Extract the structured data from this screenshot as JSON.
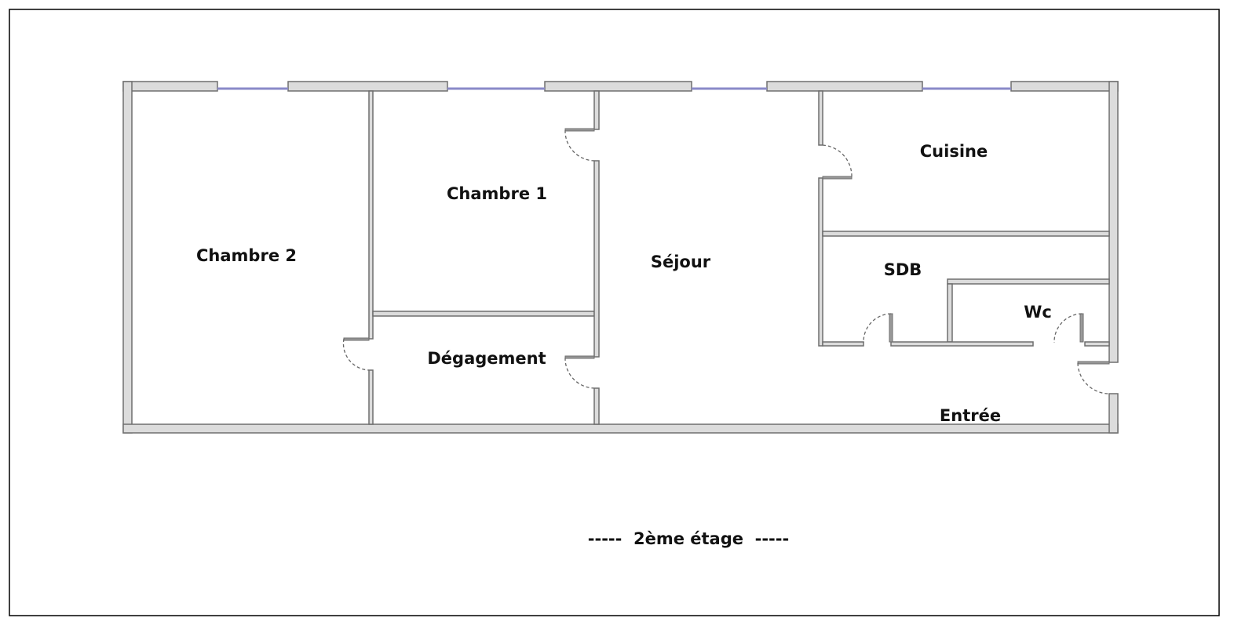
{
  "plan": {
    "rooms": {
      "chambre2": "Chambre 2",
      "chambre1": "Chambre 1",
      "degagement": "Dégagement",
      "sejour": "Séjour",
      "cuisine": "Cuisine",
      "sdb": "SDB",
      "wc": "Wc",
      "entree": "Entrée"
    },
    "floor_caption": "-----  2ème étage  -----"
  },
  "colors": {
    "wall_fill": "#dcdcdc",
    "wall_stroke": "#6e6e6e",
    "window": "#8a8ac8"
  }
}
